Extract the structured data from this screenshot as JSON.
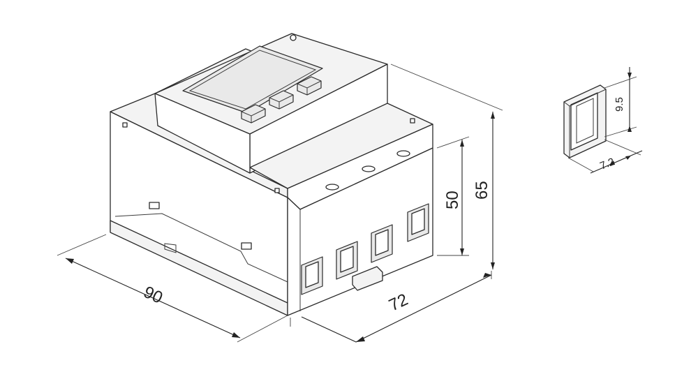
{
  "dimensions": {
    "width_label": "90",
    "depth_label": "72",
    "height_front_label": "50",
    "height_total_label": "65",
    "terminal_height_label": "9.5",
    "terminal_width_label": "7.2"
  }
}
